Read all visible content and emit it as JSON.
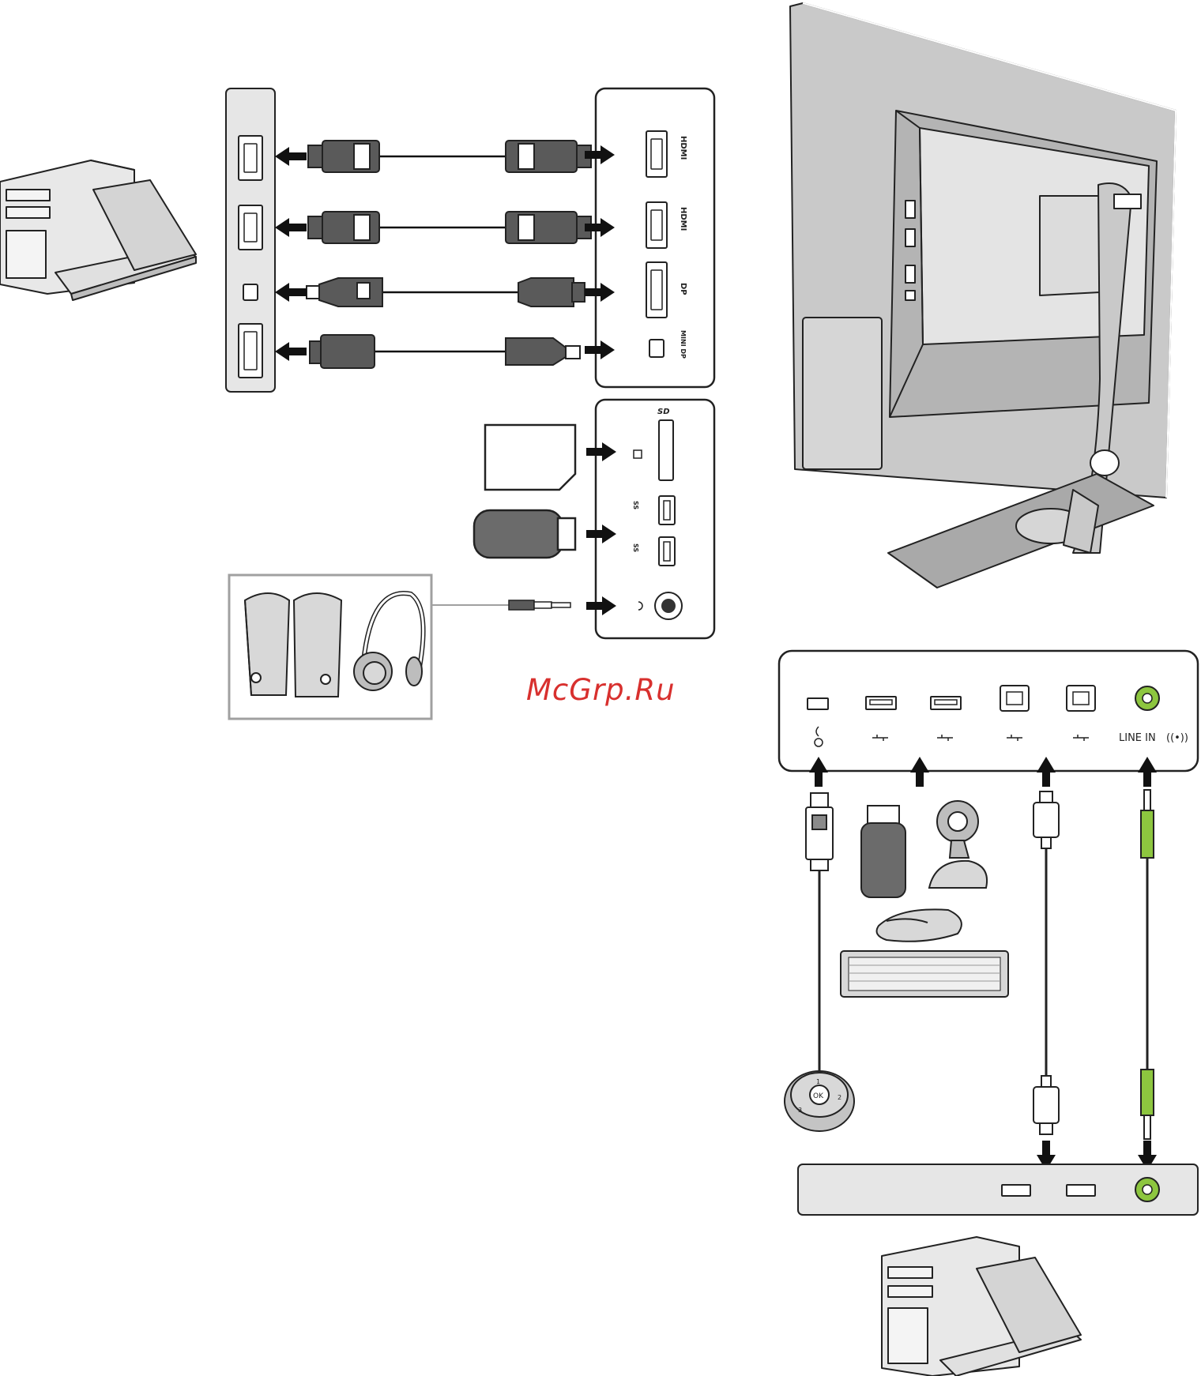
{
  "watermark": "McGrp.Ru",
  "ports": {
    "hdmi_1": "HDMI",
    "hdmi_2": "HDMI",
    "displayport": "DP",
    "mini_displayport": "MINI DP",
    "sd_card": "SD",
    "usb3_1": "SS",
    "usb3_2": "SS",
    "line_in": "LINE IN"
  },
  "controller_keys": {
    "center": "OK",
    "left": "3",
    "top": "1",
    "right": "2"
  },
  "colors": {
    "panel_fill": "#e6e6e6",
    "panel_stroke": "#222222",
    "cable_dark": "#5a5a5a",
    "audio_green": "#8dc63f",
    "monitor_grey": "#c9c9c9",
    "watermark_red": "#d8302e"
  }
}
